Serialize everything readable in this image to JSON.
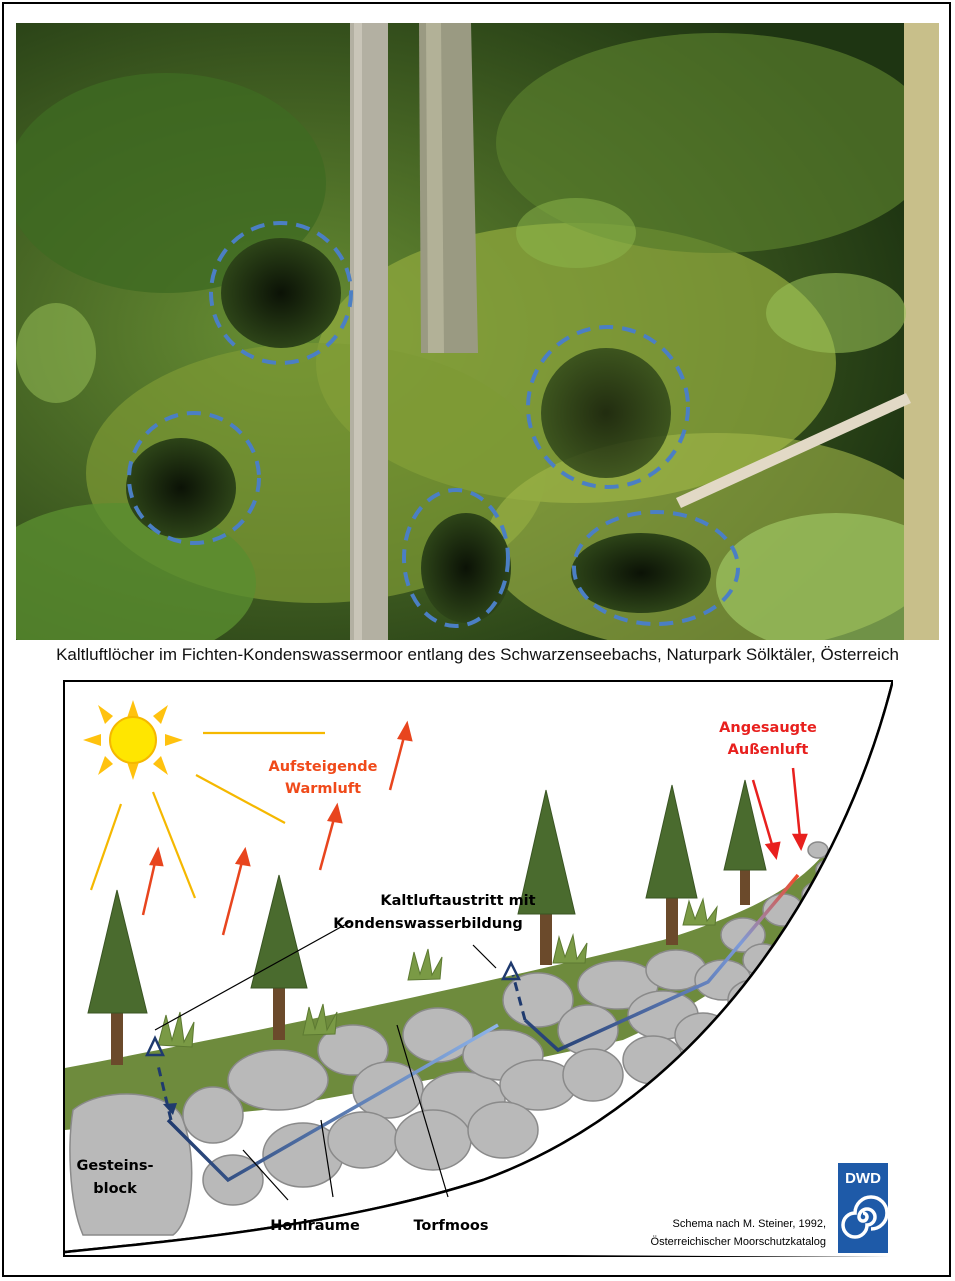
{
  "caption": "Kaltluftlöcher im Fichten-Kondenswassermoor entlang des Schwarzenseebachs, Naturpark Sölktäler, Österreich",
  "diagram": {
    "labels": {
      "rising_1": "Aufsteigende",
      "rising_2": "Warmluft",
      "intake_1": "Angesaugte",
      "intake_2": "Außenluft",
      "exit_1": "Kaltluftaustritt mit",
      "exit_2": "Kondenswasserbildung",
      "block_1": "Gesteins-",
      "block_2": "block",
      "cavities": "Hohlräume",
      "moss": "Torfmoos",
      "source_1": "Schema nach M. Steiner, 1992,",
      "source_2": "Österreichischer Moorschutzkatalog",
      "logo": "DWD"
    },
    "colors": {
      "sun": "#FFD700",
      "sun_rays": "#F5B800",
      "warm_arrows": "#E8451E",
      "warm_text": "#F04A1A",
      "intake_text": "#E8201E",
      "moss": "#6E8B3D",
      "tree": "#4A6B2E",
      "trunk": "#6B4A2B",
      "rock": "#B9B9B9",
      "cold_path": "#1F3A6E",
      "logo_bg": "#1E5AA8"
    }
  }
}
